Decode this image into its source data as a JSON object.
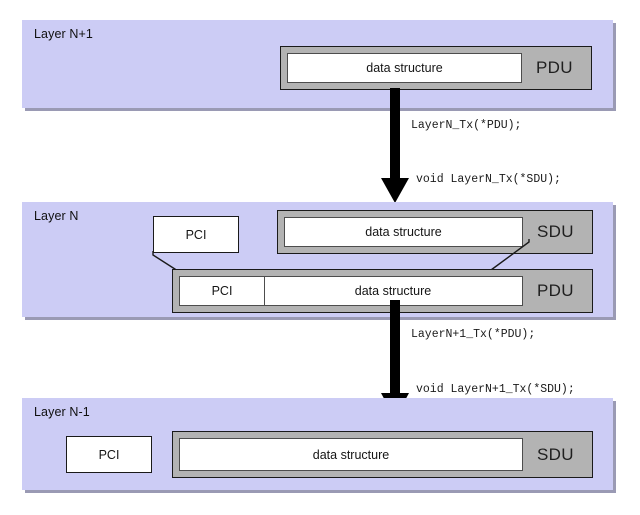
{
  "diagram": {
    "title": "OSI layer PDU / SDU encapsulation",
    "colors": {
      "panel_fill": "#ccccf5",
      "panel_shadow": "#9a9ab4",
      "unit_fill": "#b3b3b3",
      "unit_border": "#1a1a1a",
      "inner_fill": "#ffffff",
      "inner_border": "#4d4d4d",
      "arrow": "#000000",
      "text": "#151515",
      "background": "#ffffff"
    }
  },
  "layers": [
    {
      "id": "layer-n-plus-1",
      "label": "Layer N+1",
      "units": [
        {
          "id": "pdu-top",
          "tag": "PDU",
          "cells": [
            {
              "id": "data-structure",
              "label": "data structure"
            }
          ]
        }
      ]
    },
    {
      "id": "layer-n",
      "label": "Layer N",
      "pci": {
        "id": "pci-standalone",
        "label": "PCI"
      },
      "units": [
        {
          "id": "sdu-middle",
          "tag": "SDU",
          "cells": [
            {
              "id": "data-structure",
              "label": "data structure"
            }
          ]
        },
        {
          "id": "pdu-middle",
          "tag": "PDU",
          "cells": [
            {
              "id": "pci",
              "label": "PCI"
            },
            {
              "id": "data-structure",
              "label": "data structure"
            }
          ]
        }
      ]
    },
    {
      "id": "layer-n-minus-1",
      "label": "Layer N-1",
      "pci": {
        "id": "pci-standalone",
        "label": "PCI"
      },
      "units": [
        {
          "id": "sdu-bottom",
          "tag": "SDU",
          "cells": [
            {
              "id": "data-structure",
              "label": "data structure"
            }
          ]
        }
      ]
    }
  ],
  "calls": [
    {
      "id": "call-1",
      "text": "LayerN_Tx(*PDU);"
    },
    {
      "id": "call-2",
      "text": "void LayerN_Tx(*SDU);"
    },
    {
      "id": "call-3",
      "text": "LayerN+1_Tx(*PDU);"
    },
    {
      "id": "call-4",
      "text": "void LayerN+1_Tx(*SDU);"
    }
  ],
  "arrows": [
    {
      "id": "arrow-top",
      "direction": "down"
    },
    {
      "id": "arrow-bottom",
      "direction": "down"
    }
  ]
}
